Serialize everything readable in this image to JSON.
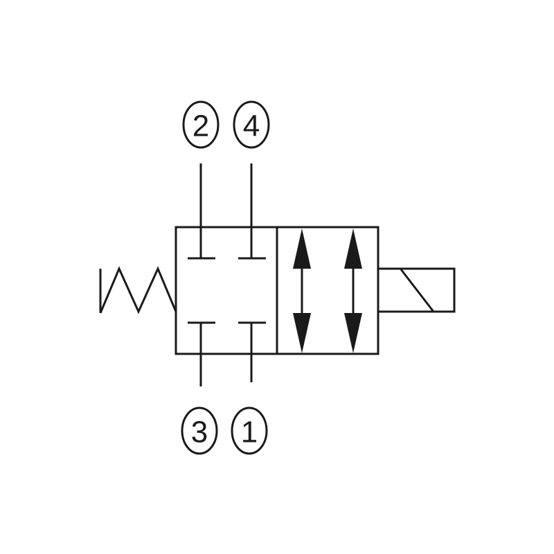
{
  "diagram": {
    "type": "4/2 directional control valve symbol",
    "ports": [
      {
        "id": "port-2",
        "label": "2"
      },
      {
        "id": "port-4",
        "label": "4"
      },
      {
        "id": "port-3",
        "label": "3"
      },
      {
        "id": "port-1",
        "label": "1"
      }
    ],
    "actuators": {
      "left": "spring-icon",
      "right": "solenoid-icon"
    },
    "line_color": "#1a1a1a",
    "background": "#ffffff"
  }
}
